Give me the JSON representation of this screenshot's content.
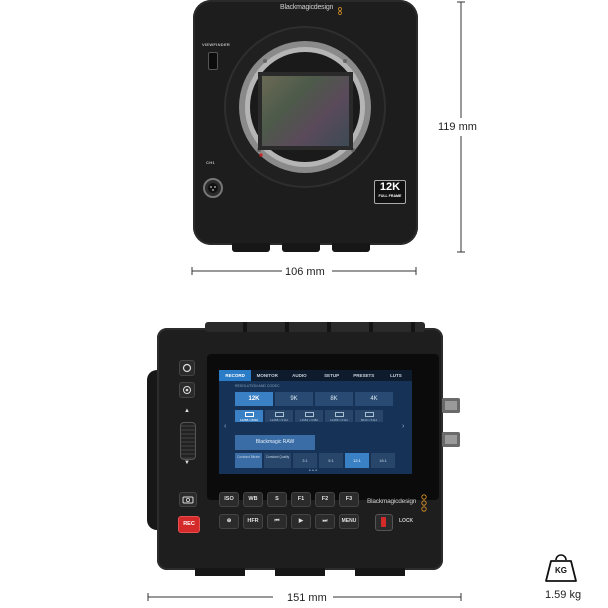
{
  "dimensions": {
    "height_front": "119 mm",
    "width_front": "106 mm",
    "width_back": "151 mm",
    "weight": "1.59 kg",
    "weight_icon_label": "KG"
  },
  "front": {
    "brand": "Blackmagicdesign",
    "viewfinder_label": "VIEWFINDER",
    "ch1_label": "CH1",
    "badge_main": "12K",
    "badge_sub": "FULL FRAME"
  },
  "lcd": {
    "tabs": [
      "RECORD",
      "MONITOR",
      "AUDIO",
      "SETUP",
      "PRESETS",
      "LUTS"
    ],
    "section_label": "RESOLUTION AND CODEC",
    "resolutions": [
      "12K",
      "9K",
      "8K",
      "4K"
    ],
    "res_options": [
      "12288 x 8040",
      "12288 x 5112",
      "11584 x 6480",
      "12288 x 5112",
      "8640 x 5112"
    ],
    "codec": "Blackmagic RAW",
    "qualities": [
      "Constant Bitrate",
      "Constant Quality",
      "3:1",
      "5:1",
      "12:1",
      "18:1"
    ],
    "page_dots": "• • •"
  },
  "back": {
    "brand": "Blackmagicdesign",
    "buttons_row1": [
      "ISO",
      "WB",
      "S",
      "F1",
      "F2",
      "F3"
    ],
    "buttons_row2": [
      "HFR",
      "MENU"
    ],
    "rec_label": "REC",
    "lock_label": "LOCK"
  },
  "colors": {
    "body": "#1c1c1c",
    "lcd_bg": "#163257",
    "accent": "#2a7cc7",
    "rec": "#d42a2a"
  }
}
